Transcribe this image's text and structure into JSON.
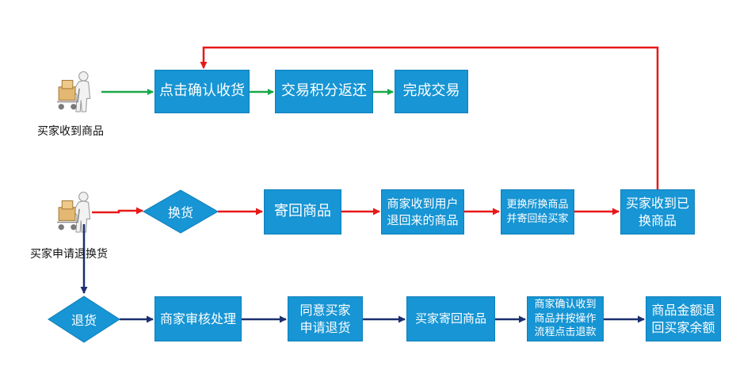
{
  "colors": {
    "box_fill": "#1795d4",
    "box_border": "#0f7fba",
    "arrow_green": "#1aa84a",
    "arrow_red": "#e81818",
    "arrow_navy": "#1c2f6e"
  },
  "actors": {
    "buyer_received": {
      "label": "买家收到商品",
      "icon": "person-with-cart-icon"
    },
    "buyer_request": {
      "label": "买家申请退换货",
      "icon": "person-with-cart-icon"
    }
  },
  "row1": {
    "confirm": "点击确认收货",
    "points": "交易积分返还",
    "complete": "完成交易"
  },
  "row2": {
    "exchange": "换货",
    "send_back": "寄回商品",
    "merchant_receives": "商家收到用户\n退回来的商品",
    "replace_send": "更换所换商品\n并寄回给买家",
    "buyer_receives": "买家收到已\n换商品"
  },
  "row3": {
    "return": "退货",
    "review": "商家审核处理",
    "agree": "同意买家\n申请退货",
    "buyer_send": "买家寄回商品",
    "refund": "商家确认收到\n商品并按操作\n流程点击退款",
    "balance": "商品金额退\n回买家余额"
  }
}
